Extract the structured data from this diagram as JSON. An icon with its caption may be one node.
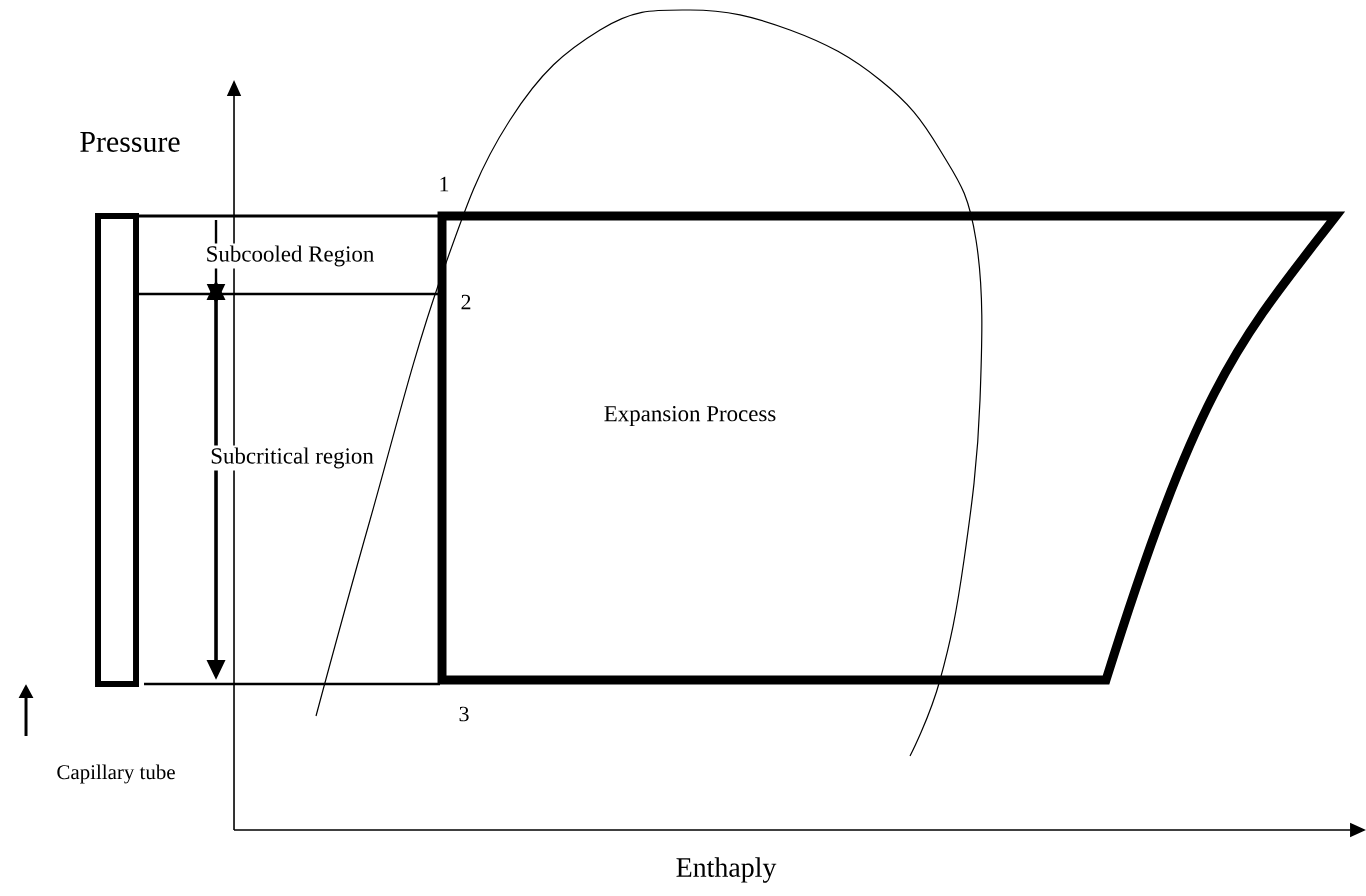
{
  "diagram": {
    "labels": [
      "Pressure",
      "1",
      "Subcooled Region",
      "2",
      "Subcritical region",
      "Expansion Process",
      "3",
      "Capillary tube",
      "Enthaply"
    ]
  }
}
